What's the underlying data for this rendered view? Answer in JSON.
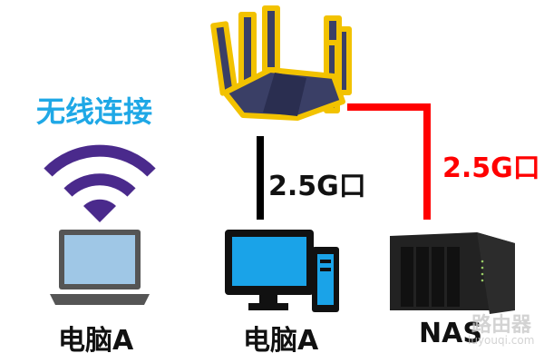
{
  "wireless_label": "无线连接",
  "wired_black_label": "2.5G口",
  "wired_red_label": "2.5G口",
  "devices": [
    {
      "label": "电脑A",
      "icon": "laptop-icon"
    },
    {
      "label": "电脑A",
      "icon": "desktop-icon"
    },
    {
      "label": "NAS",
      "icon": "nas-icon"
    }
  ],
  "router_icon": "router-icon",
  "watermark": {
    "text": "路由器",
    "url": "luyouqi.com"
  },
  "colors": {
    "wireless": "#1fa8e6",
    "wifi": "#4a2a8c",
    "red_link": "#ff0000",
    "black_link": "#000000",
    "monitor": "#1aa3e8"
  }
}
